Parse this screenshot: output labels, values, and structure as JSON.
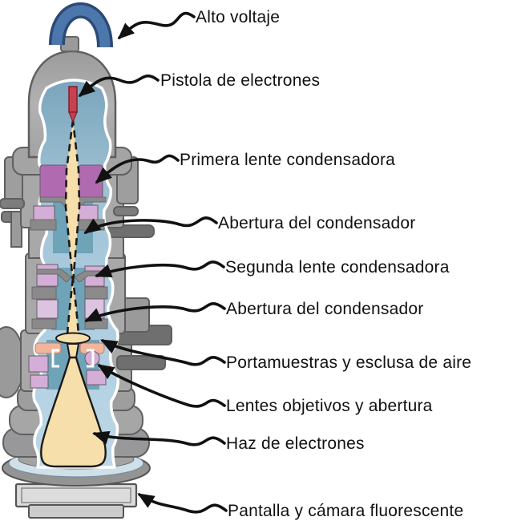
{
  "figure": {
    "labels": [
      {
        "id": "alto-voltaje",
        "text": "Alto voltaje"
      },
      {
        "id": "pistola-de-electrones",
        "text": "Pistola de electrones"
      },
      {
        "id": "primera-lente",
        "text": "Primera lente condensadora"
      },
      {
        "id": "abertura-condensador-1",
        "text": "Abertura del condensador"
      },
      {
        "id": "segunda-lente",
        "text": "Segunda lente condensadora"
      },
      {
        "id": "abertura-condensador-2",
        "text": "Abertura del condensador"
      },
      {
        "id": "portamuestras",
        "text": "Portamuestras y esclusa de aire"
      },
      {
        "id": "lentes-objetivos",
        "text": "Lentes objetivos y abertura"
      },
      {
        "id": "haz-de-electrones",
        "text": "Haz de electrones"
      },
      {
        "id": "pantalla-camara",
        "text": "Pantalla y cámara fluorescente"
      }
    ]
  },
  "colors": {
    "cable_blue": "#4c77ad",
    "cable_outline": "#2c4a76",
    "housing_gray": "#a8a8a8",
    "housing_mid": "#9a9a9a",
    "housing_dark": "#6f6f6f",
    "interior_teal": "#6fa3b8",
    "beam_cream": "#f6dfab",
    "gun_red": "#c8414f",
    "lens_orchid": "#b06ab0",
    "lens_pink": "#d4aed6",
    "lens_light": "#dcc3e0",
    "holder_salmon": "#f2b59b",
    "base_gray": "#dcdcdc",
    "line_black": "#111111"
  }
}
